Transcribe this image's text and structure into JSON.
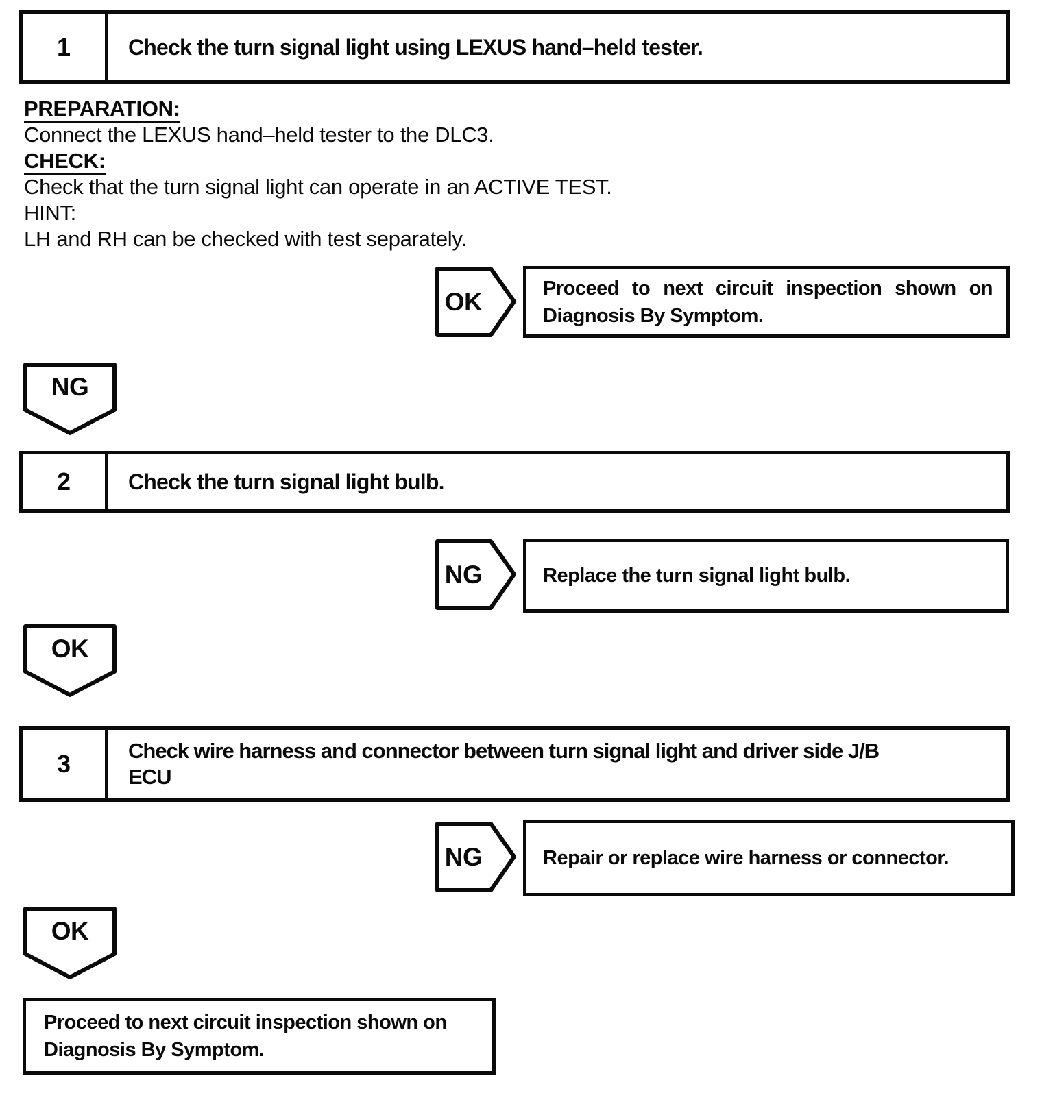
{
  "colors": {
    "paper": "#ffffff",
    "ink": "#0a0a0a"
  },
  "flow": {
    "step1": {
      "number": "1",
      "title": "Check the turn signal light using LEXUS hand–held tester."
    },
    "notes": {
      "preparation_label": "PREPARATION:",
      "preparation_text": "Connect the LEXUS hand–held tester to the DLC3.",
      "check_label": "CHECK:",
      "check_text": "Check that the turn signal light can operate in an ACTIVE TEST.",
      "hint_label": "HINT:",
      "hint_text": "LH and RH can be checked with test separately."
    },
    "result1": {
      "pointer": "OK",
      "lines": [
        "Proceed to next circuit inspection shown on",
        "Diagnosis By Symptom."
      ]
    },
    "connector1": {
      "pointer": "NG"
    },
    "step2": {
      "number": "2",
      "title": "Check the turn signal light bulb."
    },
    "result2": {
      "pointer": "NG",
      "text": "Replace the turn signal light bulb."
    },
    "connector2": {
      "pointer": "OK"
    },
    "step3": {
      "number": "3",
      "title_lines": [
        "Check wire harness and connector between turn signal light and driver side J/B",
        "ECU"
      ]
    },
    "result3": {
      "pointer": "NG",
      "text": "Repair or replace wire harness or connector."
    },
    "connector3": {
      "pointer": "OK"
    },
    "final": {
      "lines": [
        "Proceed to next circuit inspection shown on",
        "Diagnosis By Symptom."
      ]
    }
  }
}
